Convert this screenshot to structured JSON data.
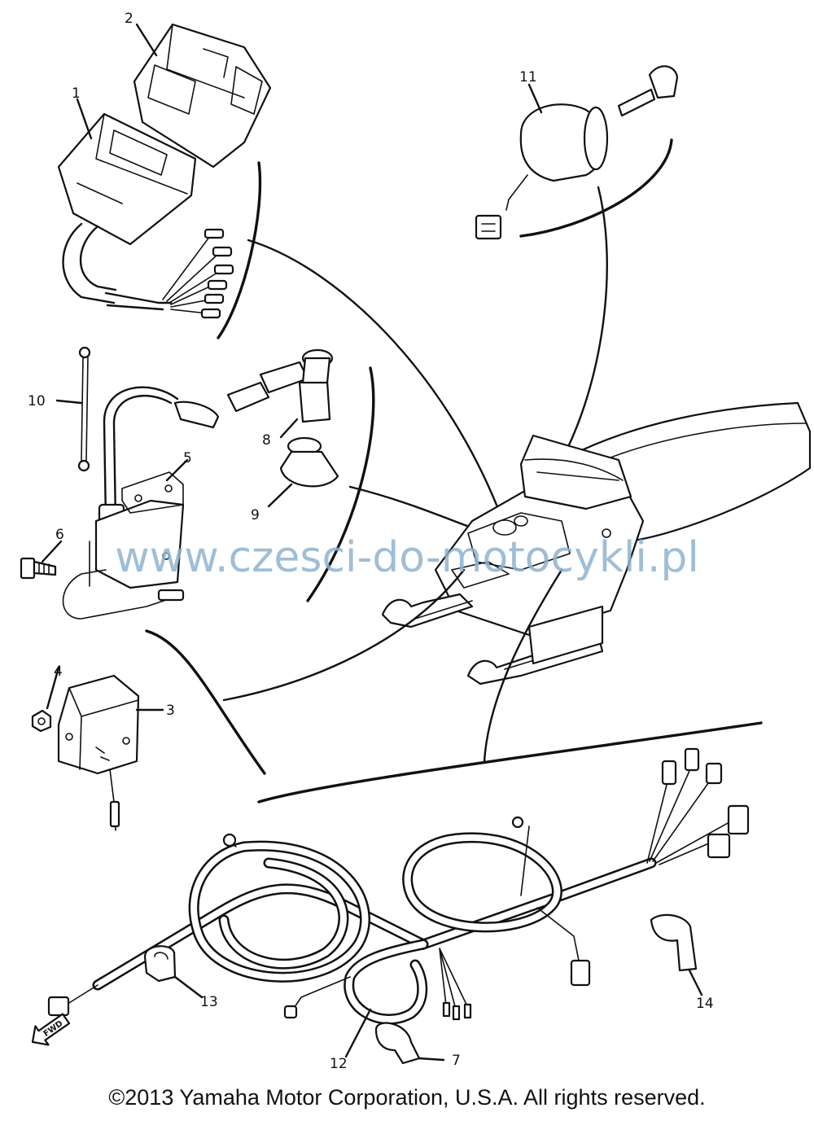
{
  "diagram": {
    "callouts": [
      {
        "id": "1",
        "label": "1"
      },
      {
        "id": "2",
        "label": "2"
      },
      {
        "id": "3",
        "label": "3"
      },
      {
        "id": "4",
        "label": "4"
      },
      {
        "id": "5",
        "label": "5"
      },
      {
        "id": "6",
        "label": "6"
      },
      {
        "id": "7",
        "label": "7"
      },
      {
        "id": "8",
        "label": "8"
      },
      {
        "id": "9",
        "label": "9"
      },
      {
        "id": "10",
        "label": "10"
      },
      {
        "id": "11",
        "label": "11"
      },
      {
        "id": "12",
        "label": "12"
      },
      {
        "id": "13",
        "label": "13"
      },
      {
        "id": "14",
        "label": "14"
      }
    ],
    "direction_marker": "FWD"
  },
  "watermark": "www.czesci-do-motocykli.pl",
  "footer": {
    "copyright": "©2013 Yamaha Motor Corporation, U.S.A. All rights reserved."
  }
}
